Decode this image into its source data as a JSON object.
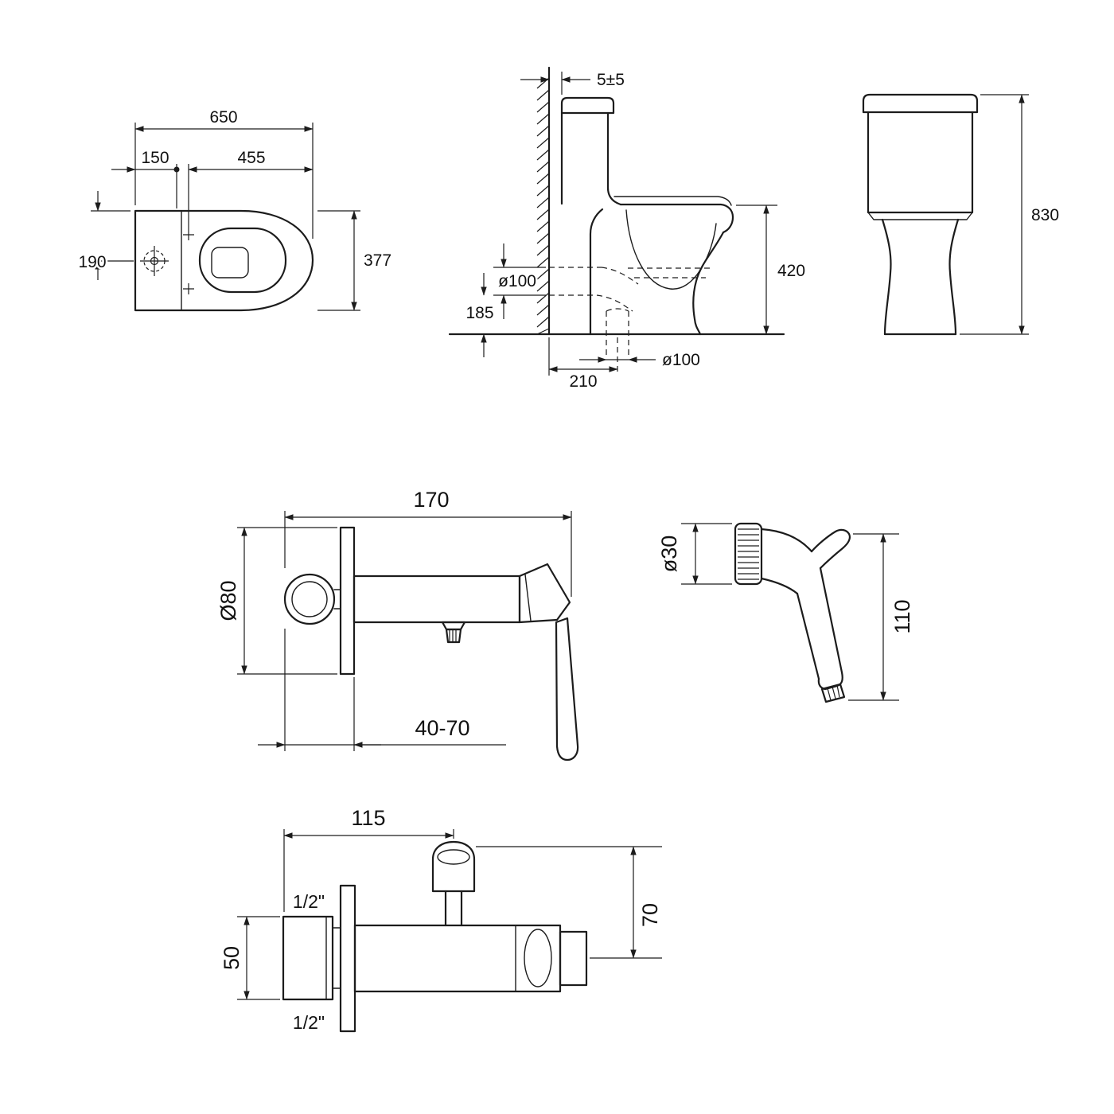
{
  "drawing_title": "toilet-and-bidet-mixer-technical-drawing",
  "views": {
    "toilet_top": {
      "name": "toilet-top-view",
      "dims": {
        "overall_length": "650",
        "rear_offset": "150",
        "seat_length": "455",
        "drain_offset": "190",
        "overall_width": "377"
      }
    },
    "toilet_side": {
      "name": "toilet-side-view",
      "dims": {
        "wall_gap": "5±5",
        "outlet_dia": "ø100",
        "outlet_height": "185",
        "bowl_height": "420",
        "floor_outlet_dia": "ø100",
        "outlet_setout": "210"
      }
    },
    "toilet_front": {
      "name": "toilet-front-view",
      "dims": {
        "overall_height": "830"
      }
    },
    "mixer_side": {
      "name": "bidet-mixer-side-view",
      "dims": {
        "body_length": "170",
        "escutcheon_dia": "Ø80",
        "wall_depth_range": "40-70"
      }
    },
    "sprayer": {
      "name": "hand-sprayer-view",
      "dims": {
        "head_dia": "ø30",
        "body_length": "110"
      }
    },
    "mixer_front": {
      "name": "bidet-mixer-front-view",
      "dims": {
        "holder_offset": "115",
        "inlet_thread_top": "1/2\"",
        "body_dia": "50",
        "inlet_thread_bottom": "1/2\"",
        "holder_height": "70"
      }
    }
  }
}
